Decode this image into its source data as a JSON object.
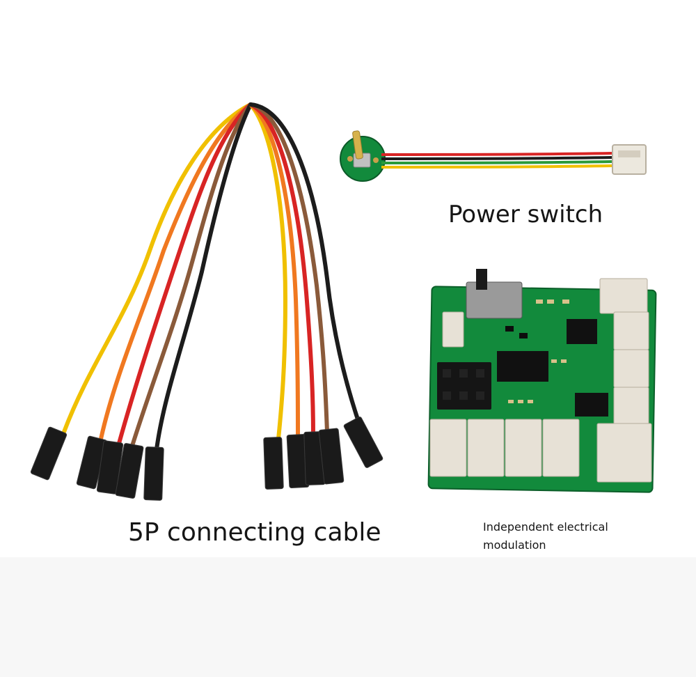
{
  "captions": {
    "power_switch": "Power switch",
    "connecting_cable": "5P connecting cable",
    "module": "Independent electrical modulation"
  },
  "wire_colors": {
    "yellow": "#f0c000",
    "orange": "#f07820",
    "red": "#d82424",
    "brown": "#8a5a3a",
    "black": "#1c1c1c",
    "green": "#2a9a3a"
  },
  "board_colors": {
    "pcb": "#128a3c",
    "connector": "#e7e1d6",
    "chip": "#101010"
  }
}
